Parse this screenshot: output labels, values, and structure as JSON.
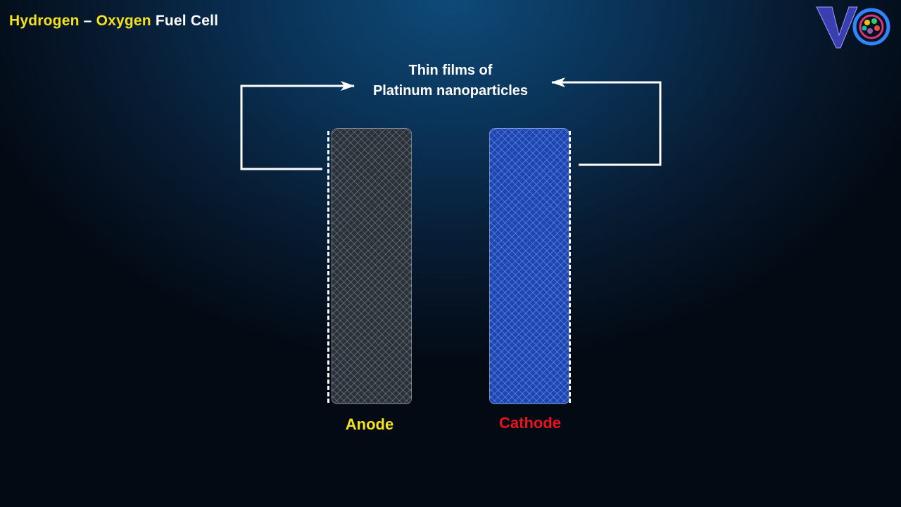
{
  "title": {
    "part1": "Hydrogen",
    "separator": " – ",
    "part2": "Oxygen",
    "part3": " Fuel Cell"
  },
  "callout": {
    "line1": "Thin films of",
    "line2": "Platinum nanoparticles"
  },
  "electrodes": {
    "anode_label": "Anode",
    "cathode_label": "Cathode"
  },
  "colors": {
    "title_highlight": "#f4e21a",
    "anode_label": "#f4e21a",
    "cathode_label": "#e8141b",
    "anode_fill": "#2b3138",
    "cathode_fill": "#1d46b0"
  },
  "logo": {
    "icon": "vc-publisher-logo-icon"
  }
}
